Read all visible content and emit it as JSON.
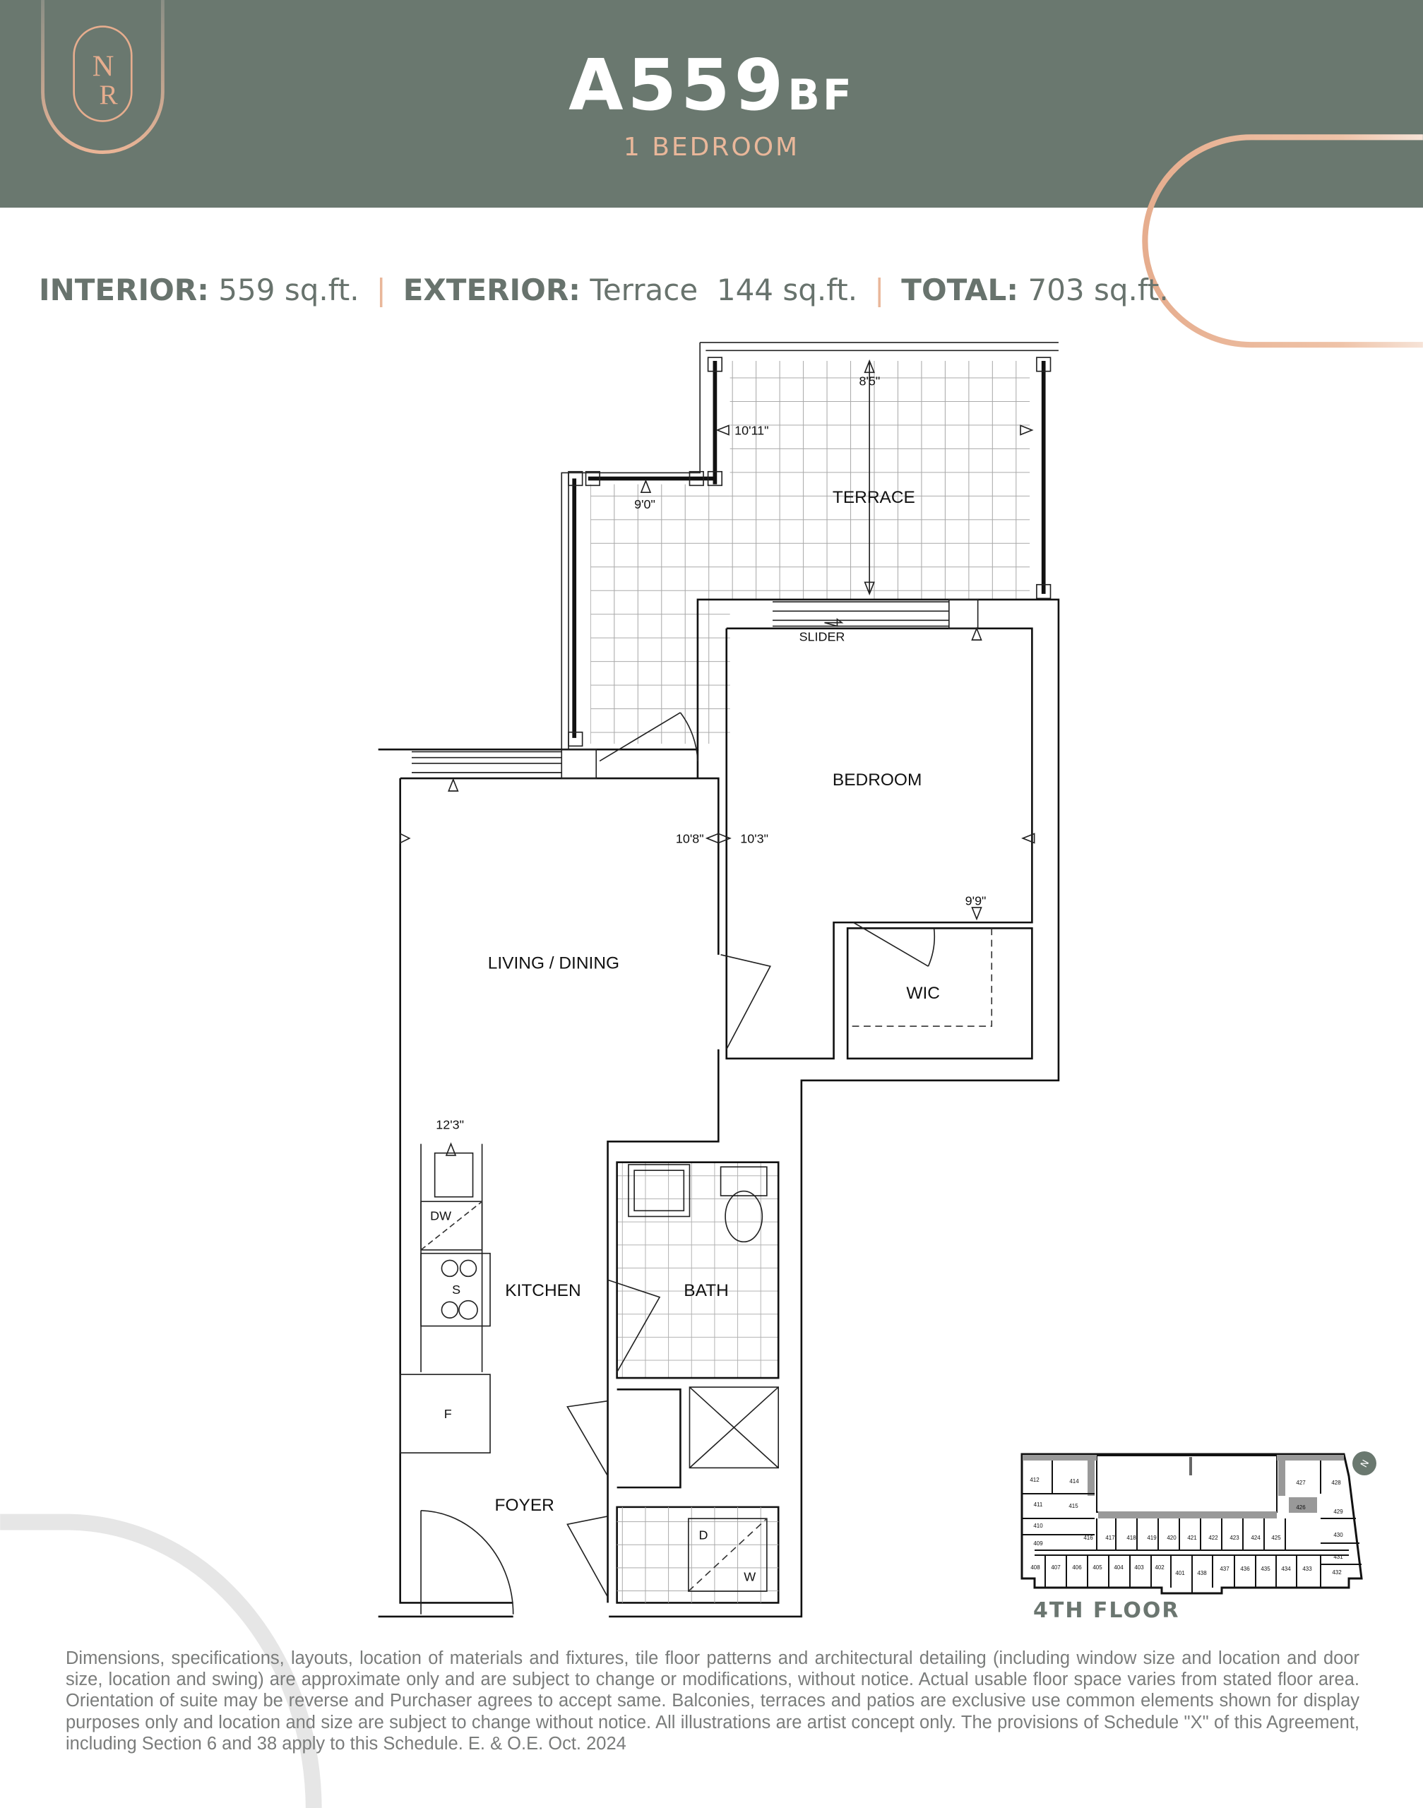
{
  "header": {
    "logo_letters": "NR",
    "unit_name": "A559",
    "unit_suffix": "BF",
    "unit_type": "1 BEDROOM",
    "background_color": "#6a786f",
    "accent_color": "#e9b79a"
  },
  "areas": {
    "interior_label": "INTERIOR:",
    "interior_value": "559 sq.ft.",
    "exterior_label": "EXTERIOR:",
    "exterior_value": "Terrace  144 sq.ft.",
    "total_label": "TOTAL:",
    "total_value": "703 sq.ft.",
    "separator": "|"
  },
  "floorplan": {
    "rooms": {
      "terrace": "TERRACE",
      "bedroom": "BEDROOM",
      "living": "LIVING / DINING",
      "wic": "WIC",
      "kitchen": "KITCHEN",
      "bath": "BATH",
      "foyer": "FOYER"
    },
    "dimensions": {
      "terrace_width": "8'5\"",
      "terrace_depth": "10'11\"",
      "terrace_small": "9'0\"",
      "living_width": "10'8\"",
      "bedroom_width": "10'3\"",
      "bedroom_depth": "9'9\"",
      "kitchen_length": "12'3\""
    },
    "fixtures": {
      "slider": "SLIDER",
      "dishwasher": "DW",
      "stove": "S",
      "fridge": "F",
      "dryer": "D",
      "washer": "W"
    }
  },
  "key_plan": {
    "floor_label": "4TH FLOOR",
    "highlighted_unit": "426",
    "units": [
      "412",
      "414",
      "411",
      "415",
      "410",
      "409",
      "416",
      "417",
      "418",
      "419",
      "420",
      "421",
      "422",
      "423",
      "424",
      "425",
      "427",
      "428",
      "426",
      "429",
      "430",
      "431",
      "432",
      "408",
      "407",
      "406",
      "405",
      "404",
      "403",
      "402",
      "401",
      "438",
      "437",
      "436",
      "435",
      "434",
      "433"
    ],
    "north_icon": "north-arrow-icon"
  },
  "disclaimer": "Dimensions, specifications, layouts, location of materials and fixtures, tile floor patterns and architectural detailing (including window size and location and door size, location and swing) are approximate only and are subject to change or modifications, without notice. Actual usable floor space varies from stated floor area. Orientation of suite may be reverse and Purchaser agrees to accept same. Balconies, terraces and patios are exclusive use common elements shown for display purposes only and location and size are subject to change without notice. All illustrations are artist concept only. The provisions of Schedule \"X\" of this Agreement, including Section 6 and 38 apply to this Schedule. E. & O.E. Oct. 2024"
}
